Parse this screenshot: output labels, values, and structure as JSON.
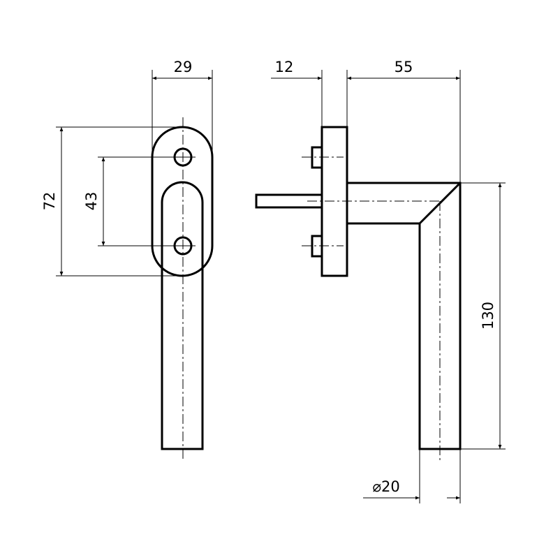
{
  "drawing": {
    "front_view": {
      "width_label": "29",
      "height_label": "72",
      "hole_spacing_label": "43"
    },
    "side_view": {
      "plate_thickness_label": "12",
      "projection_label": "55",
      "length_label": "130",
      "diameter_label": "⌀20"
    },
    "colors": {
      "line": "#000000",
      "background": "#ffffff"
    }
  }
}
